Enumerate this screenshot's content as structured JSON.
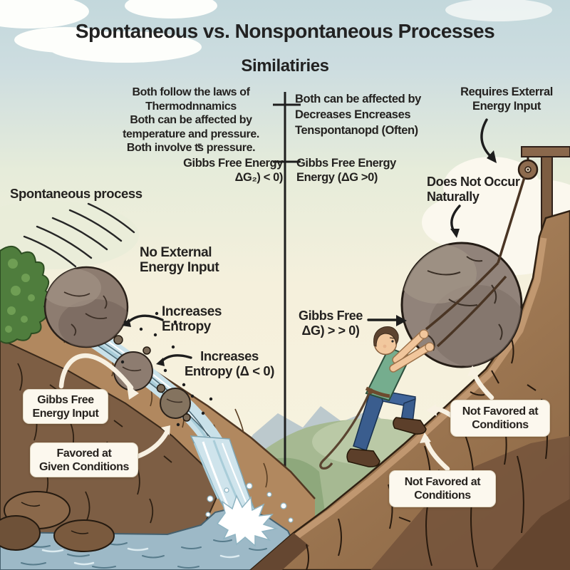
{
  "title": "Spontaneous vs. Nonspontaneous Processes",
  "subtitle": "Similatiries",
  "similarities": {
    "left_lines": "Both follow the laws of\nThermodnnamics\nBoth can be affected by\ntemperature and pressure.\nBoth involve ʦ̄ pressure.",
    "left_gibbs": "Gibbs Free Energy\nΔG₂) < 0)",
    "right_lines": "Both can be affected by\nDecreases Encreases\nTenspontanopd (Often)",
    "right_gibbs": "Gibbs Free Energy\nEnergy (ΔG >0)"
  },
  "left_scene": {
    "heading": "Spontaneous process",
    "no_external": "No External\nEnergy Input",
    "entropy1": "Increases\nEntropy",
    "entropy2": "Increases\nEntropy (Δ < 0)",
    "box_gibbs_input": "Gibbs Free\nEnergy Input",
    "box_favored": "Favored at\nGiven Conditions"
  },
  "right_scene": {
    "requires_external": "Requires Exterral\nEnergy Input",
    "does_not_occur": "Does Not Occur\nNaturally",
    "gibbs_dg": "Gibbs Free\nΔG) > > 0)",
    "box_not_favored_1": "Not Favored at\nConditions",
    "box_not_favored_2": "Not Favored at\nConditions"
  },
  "colors": {
    "sky": "#c3d8dc",
    "cream_background": "#f5f0dc",
    "slope_brown": "#b1885f",
    "cliff_dark_brown": "#7d5e44",
    "mountain_brown": "#a8805b",
    "water_pool": "#9db9c7",
    "stream": "#c9e1e9",
    "boulder_gray": "#8d7c70",
    "tree_green": "#4f7d3d",
    "hill_green": "#a6b992",
    "shirt_green": "#75ad8e",
    "jeans_blue": "#3a5d8e",
    "label_box": "#fcf8ee",
    "ink": "#1d1d1d"
  }
}
